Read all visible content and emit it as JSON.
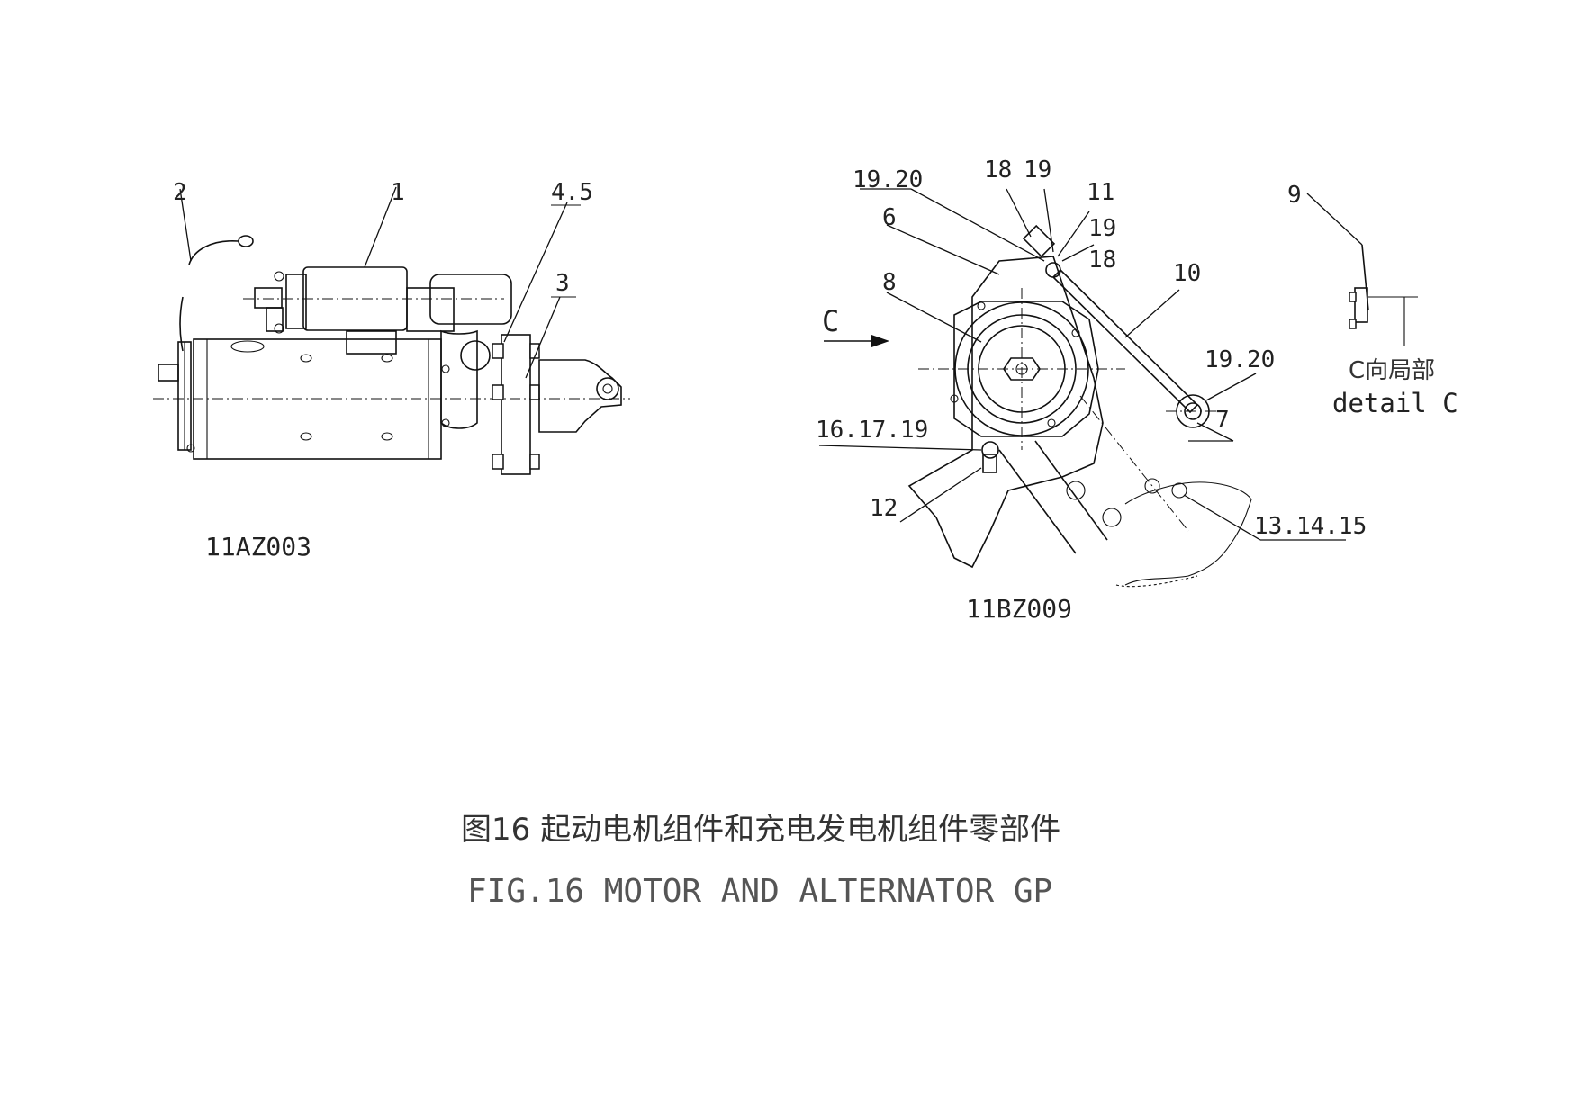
{
  "starter_view": {
    "drawing_code": "11AZ003",
    "callouts": {
      "c1": "1",
      "c2": "2",
      "c3": "3",
      "c45": "4.5"
    }
  },
  "alternator_view": {
    "drawing_code": "11BZ009",
    "view_arrow_label": "C",
    "callouts": {
      "c1920_top": "19.20",
      "c18_top": "18",
      "c19_top": "19",
      "c11": "11",
      "c19_mid": "19",
      "c18_mid": "18",
      "c6": "6",
      "c8": "8",
      "c10": "10",
      "c1920_right": "19.20",
      "c7": "7",
      "c161719": "16.17.19",
      "c12": "12",
      "c131415": "13.14.15"
    }
  },
  "detail_c": {
    "callout": "9",
    "label_zh": "C向局部",
    "label_en": "detail C"
  },
  "caption": {
    "zh": "图16 起动电机组件和充电发电机组件零部件",
    "en": "FIG.16 MOTOR AND ALTERNATOR GP"
  }
}
